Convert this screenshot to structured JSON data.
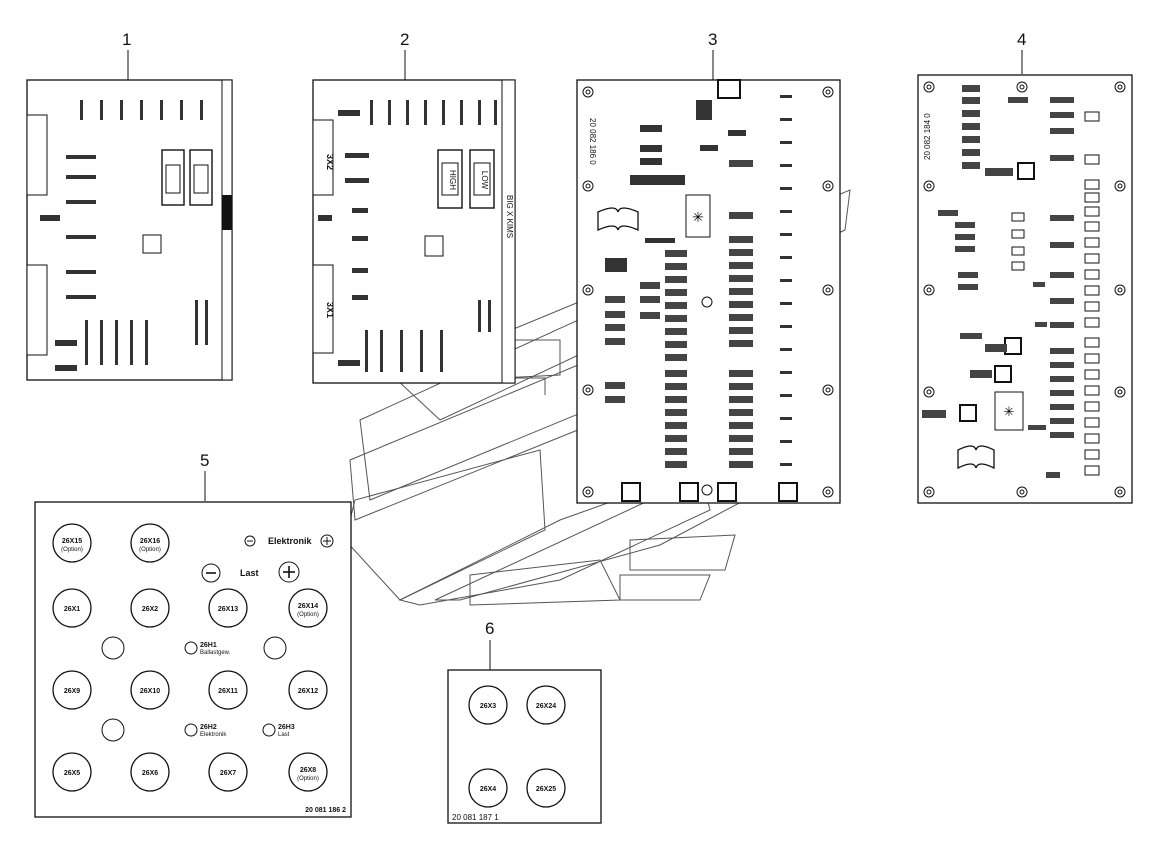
{
  "callouts": [
    "1",
    "2",
    "3",
    "4",
    "5",
    "6"
  ],
  "panel2": {
    "connector_top": "3X2",
    "connector_bottom": "3X1",
    "fuses": [
      "LOW",
      "HIGH"
    ],
    "side_text": "BIG X  KIMS"
  },
  "panel3": {
    "part_number": "20 082 186 0"
  },
  "panel4": {
    "part_number": "20 082 184 0"
  },
  "panel5": {
    "elektronik": "Elektronik",
    "last": "Last",
    "part_number": "20 081 186 2",
    "connectors": [
      {
        "label": "26X15",
        "sub": "(Option)"
      },
      {
        "label": "26X16",
        "sub": "(Option)"
      },
      {
        "label": "26X1",
        "sub": ""
      },
      {
        "label": "26X2",
        "sub": ""
      },
      {
        "label": "26X13",
        "sub": ""
      },
      {
        "label": "26X14",
        "sub": "(Option)"
      },
      {
        "label": "26X9",
        "sub": ""
      },
      {
        "label": "26X10",
        "sub": ""
      },
      {
        "label": "26X11",
        "sub": ""
      },
      {
        "label": "26X12",
        "sub": ""
      },
      {
        "label": "26X5",
        "sub": ""
      },
      {
        "label": "26X6",
        "sub": ""
      },
      {
        "label": "26X7",
        "sub": ""
      },
      {
        "label": "26X8",
        "sub": "(Option)"
      }
    ],
    "led_labels": [
      {
        "label": "26H1",
        "sub": "Ballastgew."
      },
      {
        "label": "26H2",
        "sub": "Elektronik"
      },
      {
        "label": "26H3",
        "sub": "Last"
      }
    ]
  },
  "panel6": {
    "connectors": [
      "26X3",
      "26X24",
      "26X4",
      "26X25"
    ],
    "part_number": "20 081 187 1"
  }
}
